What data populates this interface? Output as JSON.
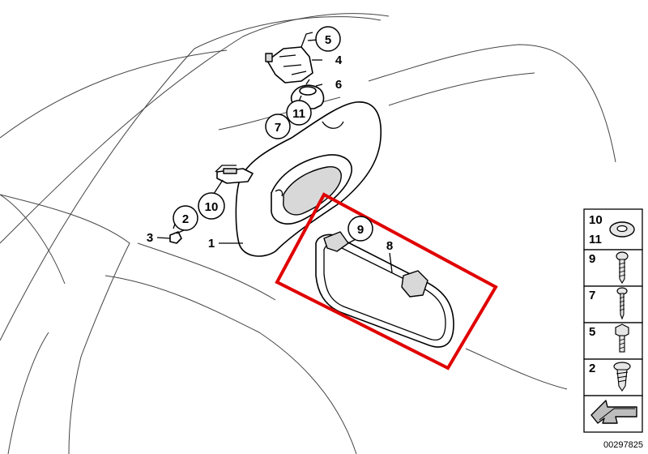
{
  "callouts": {
    "c1": "1",
    "c2": "2",
    "c3": "3",
    "c4": "4",
    "c5": "5",
    "c6": "6",
    "c7": "7",
    "c8": "8",
    "c9": "9",
    "c10": "10",
    "c11": "11"
  },
  "legend": {
    "l10": "10",
    "l11": "11",
    "l9": "9",
    "l7": "7",
    "l5": "5",
    "l2": "2"
  },
  "reference_number": "00297825",
  "highlight_color": "#e00000",
  "icons": {
    "washer": "washer-icon",
    "screw": "screw-icon",
    "bolt": "bolt-icon",
    "arrow": "direction-arrow-icon"
  }
}
